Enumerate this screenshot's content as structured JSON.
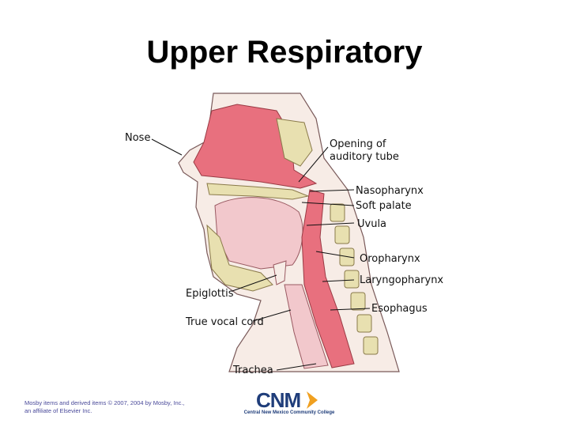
{
  "title": "Upper Respiratory",
  "labels": {
    "nose": "Nose",
    "opening_line1": "Opening of",
    "opening_line2": "auditory tube",
    "nasopharynx": "Nasopharynx",
    "soft_palate": "Soft palate",
    "uvula": "Uvula",
    "oropharynx": "Oropharynx",
    "laryngopharynx": "Laryngopharynx",
    "epiglottis": "Epiglottis",
    "esophagus": "Esophagus",
    "true_vocal_cord": "True vocal cord",
    "trachea": "Trachea"
  },
  "footer": {
    "copyright_line1": "Mosby items and derived items © 2007, 2004 by Mosby, Inc.,",
    "copyright_line2": "an affiliate of Elsevier Inc."
  },
  "logo": {
    "main": "CNM",
    "sub": "Central New Mexico Community College",
    "accent_color": "#f0a020"
  },
  "colors": {
    "airway": "#e8707e",
    "bone": "#e8e0b0",
    "tissue": "#f2c8cc"
  }
}
